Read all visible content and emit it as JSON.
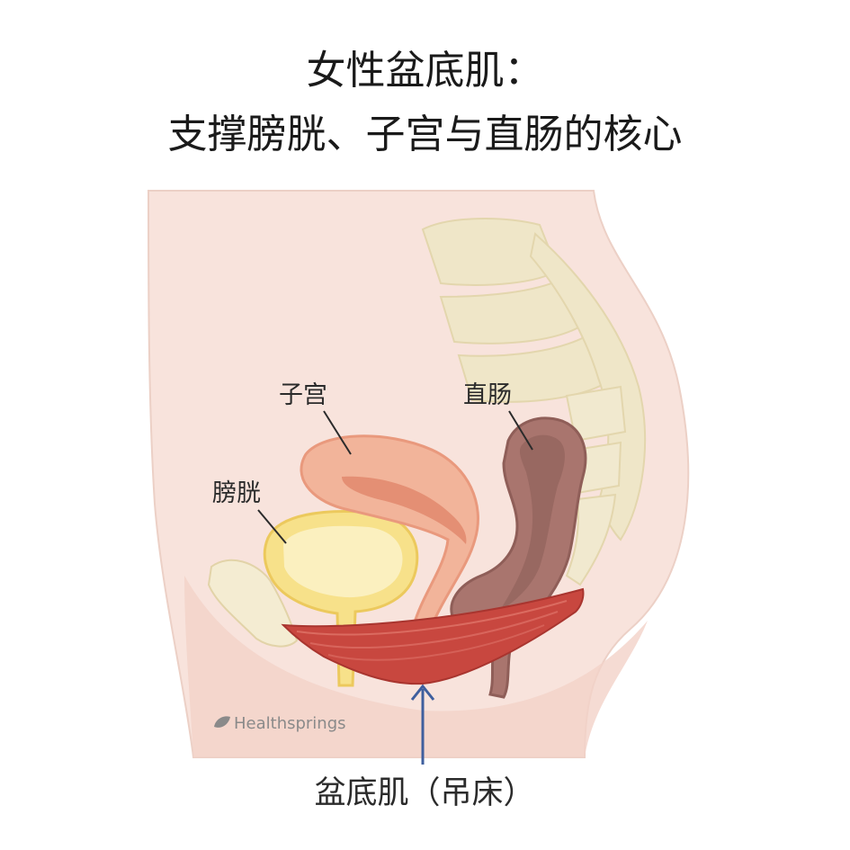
{
  "title": {
    "line1": "女性盆底肌：",
    "line2": "支撑膀胱、子宫与直肠的核心"
  },
  "labels": {
    "uterus": "子宫",
    "rectum": "直肠",
    "bladder": "膀胱",
    "pelvic_floor": "盆底肌（吊床）"
  },
  "watermark": "Healthsprings",
  "colors": {
    "background": "#ffffff",
    "skin": "#f8e3dc",
    "bone": "#efe6c8",
    "bladder": "#f7e8a0",
    "uterus": "#f2b49a",
    "rectum": "#a9756e",
    "muscle": "#c8473f",
    "arrow": "#3f5f9e"
  }
}
